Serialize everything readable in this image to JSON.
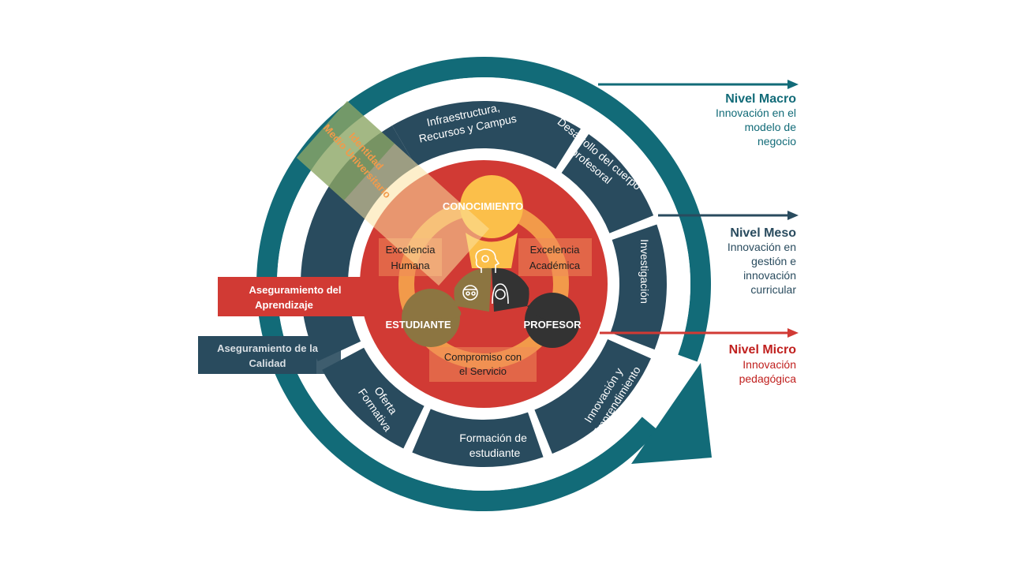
{
  "colors": {
    "teal": "#126b78",
    "navy": "#294b5e",
    "red": "#d13a34",
    "orange": "#f29a4a",
    "yellow": "#fbbf4a",
    "olive": "#8c7541",
    "dark": "#333333",
    "micro_red": "#c0201e"
  },
  "segments": {
    "infraestructura": [
      "Infraestructura,",
      "Recursos y Campus"
    ],
    "desarrollo": [
      "Desarrollo del cuerpo",
      "profesoral"
    ],
    "investigacion": "Investigación",
    "innovacion": [
      "Innovación y",
      "Emprendimiento"
    ],
    "formacion": [
      "Formación de",
      "estudiante"
    ],
    "oferta": [
      "Oferta",
      "Formativa"
    ]
  },
  "identidad": [
    "Identidad",
    "Medio Universitario"
  ],
  "core": {
    "conocimiento": "CONOCIMIENTO",
    "estudiante": "ESTUDIANTE",
    "profesor": "PROFESOR",
    "excelencia_humana": [
      "Excelencia",
      "Humana"
    ],
    "excelencia_academica": [
      "Excelencia",
      "Académica"
    ],
    "compromiso": [
      "Compromiso con",
      "el Servicio"
    ]
  },
  "banners": {
    "aprendizaje": [
      "Aseguramiento del",
      "Aprendizaje"
    ],
    "calidad": [
      "Aseguramiento de la",
      "Calidad"
    ]
  },
  "levels": {
    "macro": {
      "title": "Nivel Macro",
      "desc": [
        "Innovación en el",
        "modelo de",
        "negocio"
      ]
    },
    "meso": {
      "title": "Nivel Meso",
      "desc": [
        "Innovación en",
        "gestión e",
        "innovación",
        "curricular"
      ]
    },
    "micro": {
      "title": "Nivel Micro",
      "desc": [
        "Innovación",
        "pedagógica"
      ]
    }
  },
  "icons": [
    "head-gear-icon",
    "student-icon",
    "teacher-icon"
  ]
}
